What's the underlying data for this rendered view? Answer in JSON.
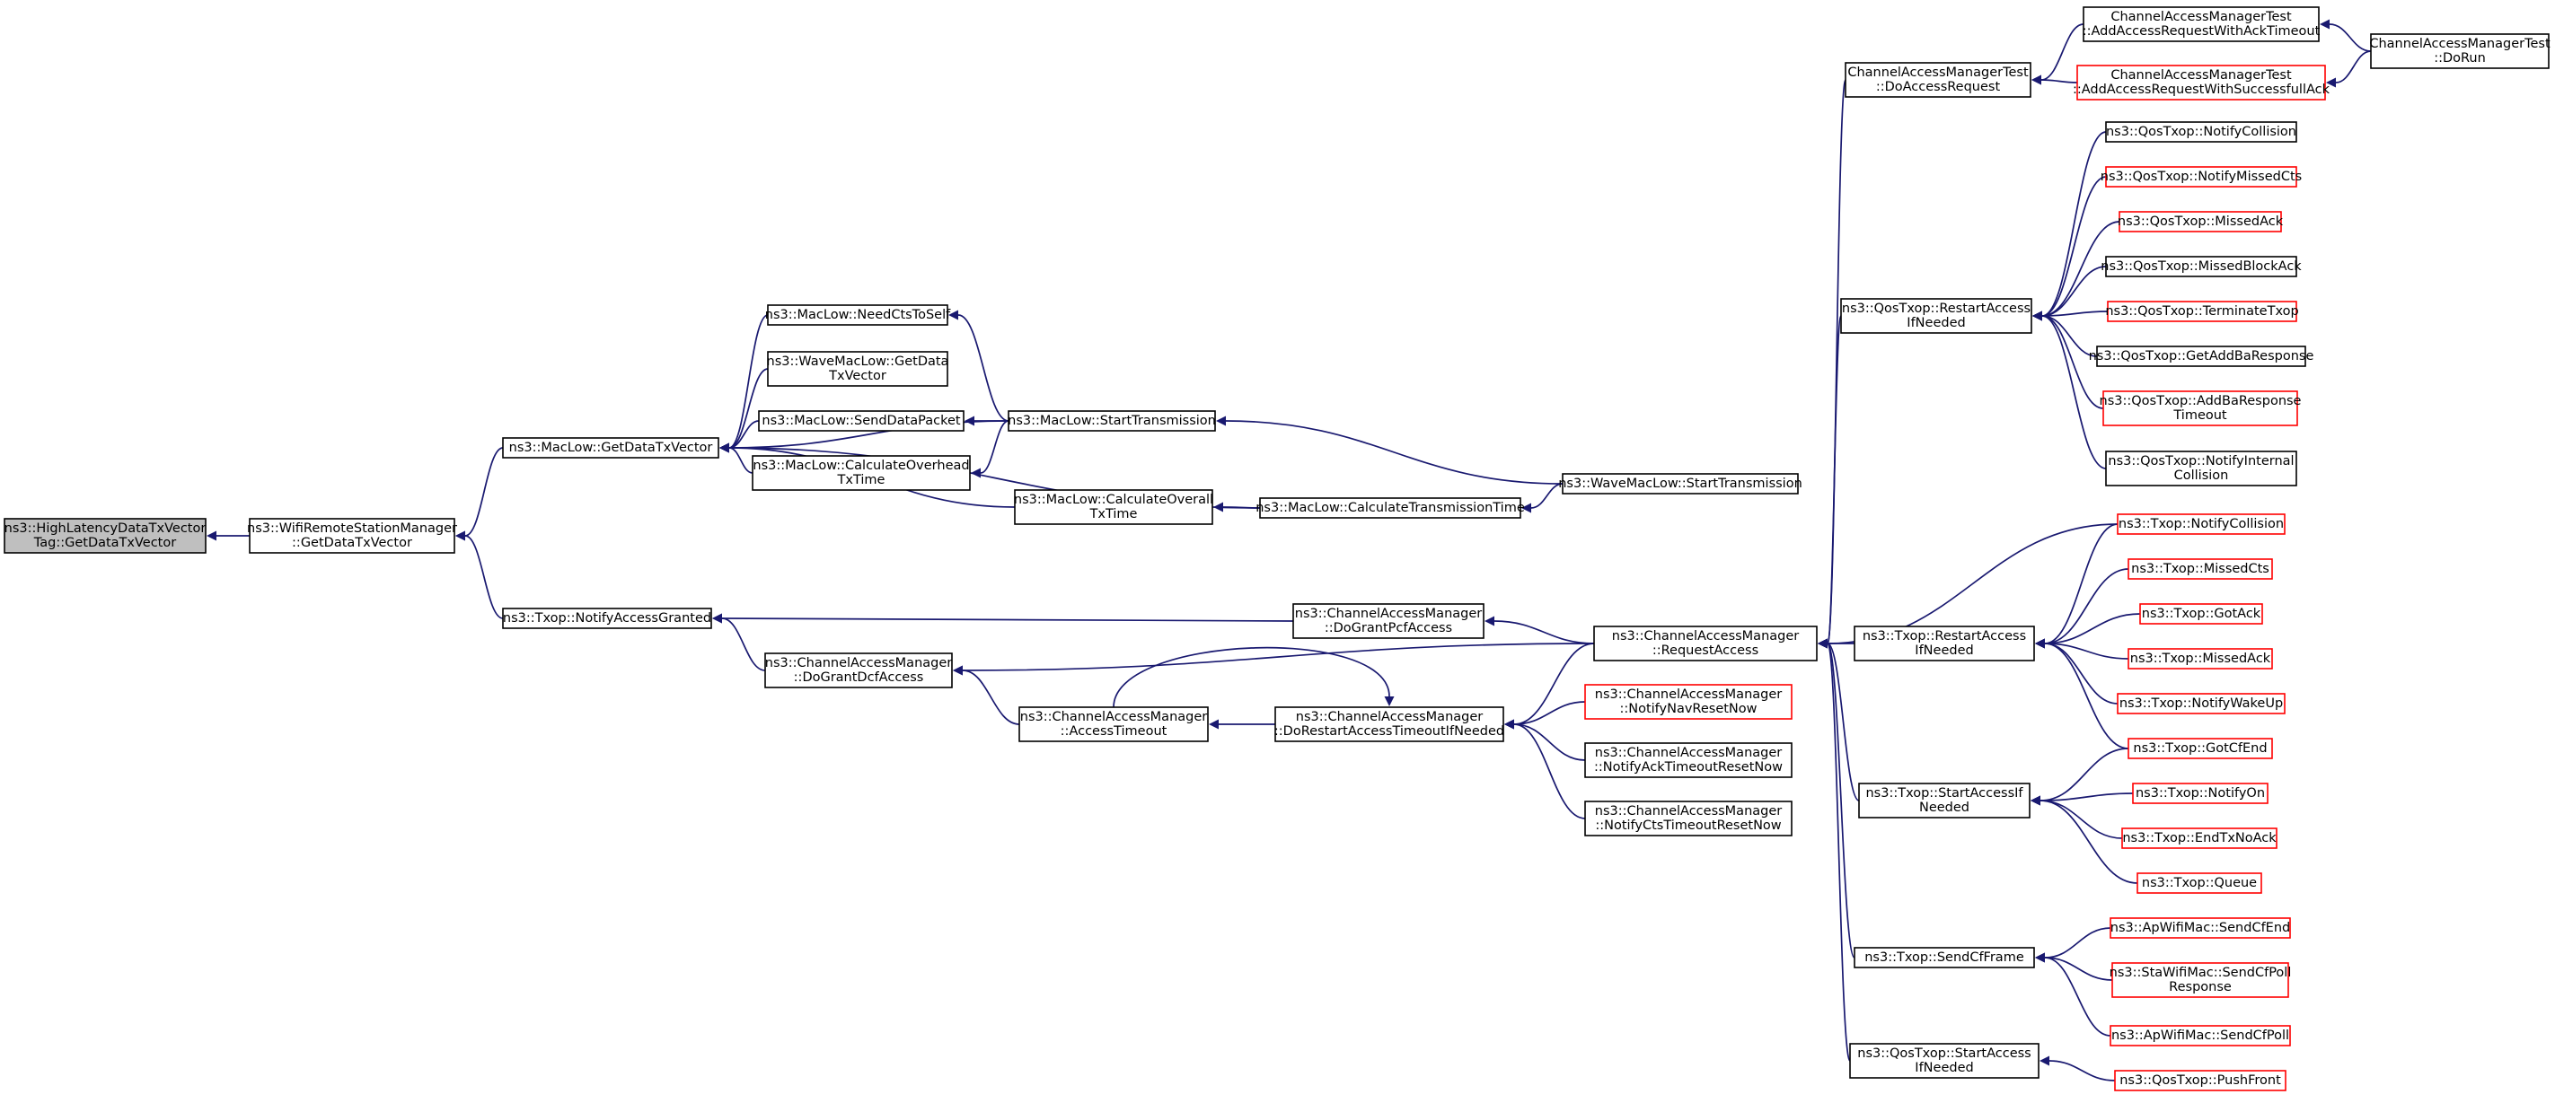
{
  "graph": {
    "type": "doxygen-caller-graph",
    "colors": {
      "edge": "#191970",
      "border": "#000000",
      "truncated_border": "#ff0000",
      "root_fill": "#bfbfbf"
    },
    "nodes": [
      {
        "id": "n0",
        "lines": [
          "ns3::HighLatencyDataTxVector",
          "Tag::GetDataTxVector"
        ],
        "root": true
      },
      {
        "id": "n1",
        "lines": [
          "ns3::WifiRemoteStationManager",
          "::GetDataTxVector"
        ]
      },
      {
        "id": "n2",
        "lines": [
          "ns3::MacLow::GetDataTxVector"
        ]
      },
      {
        "id": "n3",
        "lines": [
          "ns3::Txop::NotifyAccessGranted"
        ]
      },
      {
        "id": "n4",
        "lines": [
          "ns3::MacLow::NeedCtsToSelf"
        ]
      },
      {
        "id": "n5",
        "lines": [
          "ns3::WaveMacLow::GetData",
          "TxVector"
        ]
      },
      {
        "id": "n6",
        "lines": [
          "ns3::MacLow::SendDataPacket"
        ]
      },
      {
        "id": "n7",
        "lines": [
          "ns3::MacLow::CalculateOverhead",
          "TxTime"
        ]
      },
      {
        "id": "n8",
        "lines": [
          "ns3::MacLow::StartTransmission"
        ]
      },
      {
        "id": "n9",
        "lines": [
          "ns3::MacLow::CalculateOverall",
          "TxTime"
        ]
      },
      {
        "id": "n10",
        "lines": [
          "ns3::MacLow::CalculateTransmissionTime"
        ]
      },
      {
        "id": "n11",
        "lines": [
          "ns3::WaveMacLow::StartTransmission"
        ]
      },
      {
        "id": "n12",
        "lines": [
          "ns3::ChannelAccessManager",
          "::DoGrantDcfAccess"
        ]
      },
      {
        "id": "n13",
        "lines": [
          "ns3::ChannelAccessManager",
          "::AccessTimeout"
        ]
      },
      {
        "id": "n14",
        "lines": [
          "ns3::ChannelAccessManager",
          "::DoGrantPcfAccess"
        ]
      },
      {
        "id": "n15",
        "lines": [
          "ns3::ChannelAccessManager",
          "::DoRestartAccessTimeoutIfNeeded"
        ]
      },
      {
        "id": "n16",
        "lines": [
          "ns3::ChannelAccessManager",
          "::RequestAccess"
        ]
      },
      {
        "id": "n17",
        "lines": [
          "ns3::ChannelAccessManager",
          "::NotifyNavResetNow"
        ],
        "truncated": true
      },
      {
        "id": "n18",
        "lines": [
          "ns3::ChannelAccessManager",
          "::NotifyAckTimeoutResetNow"
        ]
      },
      {
        "id": "n19",
        "lines": [
          "ns3::ChannelAccessManager",
          "::NotifyCtsTimeoutResetNow"
        ]
      },
      {
        "id": "n20",
        "lines": [
          "ChannelAccessManagerTest",
          "::DoAccessRequest"
        ]
      },
      {
        "id": "n21",
        "lines": [
          "ns3::QosTxop::RestartAccess",
          "IfNeeded"
        ]
      },
      {
        "id": "n22",
        "lines": [
          "ns3::Txop::RestartAccess",
          "IfNeeded"
        ]
      },
      {
        "id": "n23",
        "lines": [
          "ns3::Txop::StartAccessIf",
          "Needed"
        ]
      },
      {
        "id": "n24",
        "lines": [
          "ns3::Txop::SendCfFrame"
        ]
      },
      {
        "id": "n25",
        "lines": [
          "ns3::QosTxop::StartAccess",
          "IfNeeded"
        ]
      },
      {
        "id": "n26",
        "lines": [
          "ChannelAccessManagerTest",
          "::AddAccessRequestWithAckTimeout"
        ]
      },
      {
        "id": "n27",
        "lines": [
          "ChannelAccessManagerTest",
          "::AddAccessRequestWithSuccessfullAck"
        ],
        "truncated": true
      },
      {
        "id": "n28",
        "lines": [
          "ChannelAccessManagerTest",
          "::DoRun"
        ]
      },
      {
        "id": "n29",
        "lines": [
          "ns3::QosTxop::NotifyCollision"
        ]
      },
      {
        "id": "n30",
        "lines": [
          "ns3::QosTxop::NotifyMissedCts"
        ],
        "truncated": true
      },
      {
        "id": "n31",
        "lines": [
          "ns3::QosTxop::MissedAck"
        ],
        "truncated": true
      },
      {
        "id": "n32",
        "lines": [
          "ns3::QosTxop::MissedBlockAck"
        ]
      },
      {
        "id": "n33",
        "lines": [
          "ns3::QosTxop::TerminateTxop"
        ],
        "truncated": true
      },
      {
        "id": "n34",
        "lines": [
          "ns3::QosTxop::GetAddBaResponse"
        ]
      },
      {
        "id": "n35",
        "lines": [
          "ns3::QosTxop::AddBaResponse",
          "Timeout"
        ],
        "truncated": true
      },
      {
        "id": "n36",
        "lines": [
          "ns3::QosTxop::NotifyInternal",
          "Collision"
        ]
      },
      {
        "id": "n37",
        "lines": [
          "ns3::Txop::NotifyCollision"
        ],
        "truncated": true
      },
      {
        "id": "n38",
        "lines": [
          "ns3::Txop::MissedCts"
        ],
        "truncated": true
      },
      {
        "id": "n39",
        "lines": [
          "ns3::Txop::GotAck"
        ],
        "truncated": true
      },
      {
        "id": "n40",
        "lines": [
          "ns3::Txop::MissedAck"
        ],
        "truncated": true
      },
      {
        "id": "n41",
        "lines": [
          "ns3::Txop::NotifyWakeUp"
        ],
        "truncated": true
      },
      {
        "id": "n42",
        "lines": [
          "ns3::Txop::GotCfEnd"
        ],
        "truncated": true
      },
      {
        "id": "n43",
        "lines": [
          "ns3::Txop::NotifyOn"
        ],
        "truncated": true
      },
      {
        "id": "n44",
        "lines": [
          "ns3::Txop::EndTxNoAck"
        ],
        "truncated": true
      },
      {
        "id": "n45",
        "lines": [
          "ns3::Txop::Queue"
        ],
        "truncated": true
      },
      {
        "id": "n46",
        "lines": [
          "ns3::ApWifiMac::SendCfEnd"
        ],
        "truncated": true
      },
      {
        "id": "n47",
        "lines": [
          "ns3::StaWifiMac::SendCfPoll",
          "Response"
        ],
        "truncated": true
      },
      {
        "id": "n48",
        "lines": [
          "ns3::ApWifiMac::SendCfPoll"
        ],
        "truncated": true
      },
      {
        "id": "n49",
        "lines": [
          "ns3::QosTxop::PushFront"
        ],
        "truncated": true
      }
    ]
  }
}
